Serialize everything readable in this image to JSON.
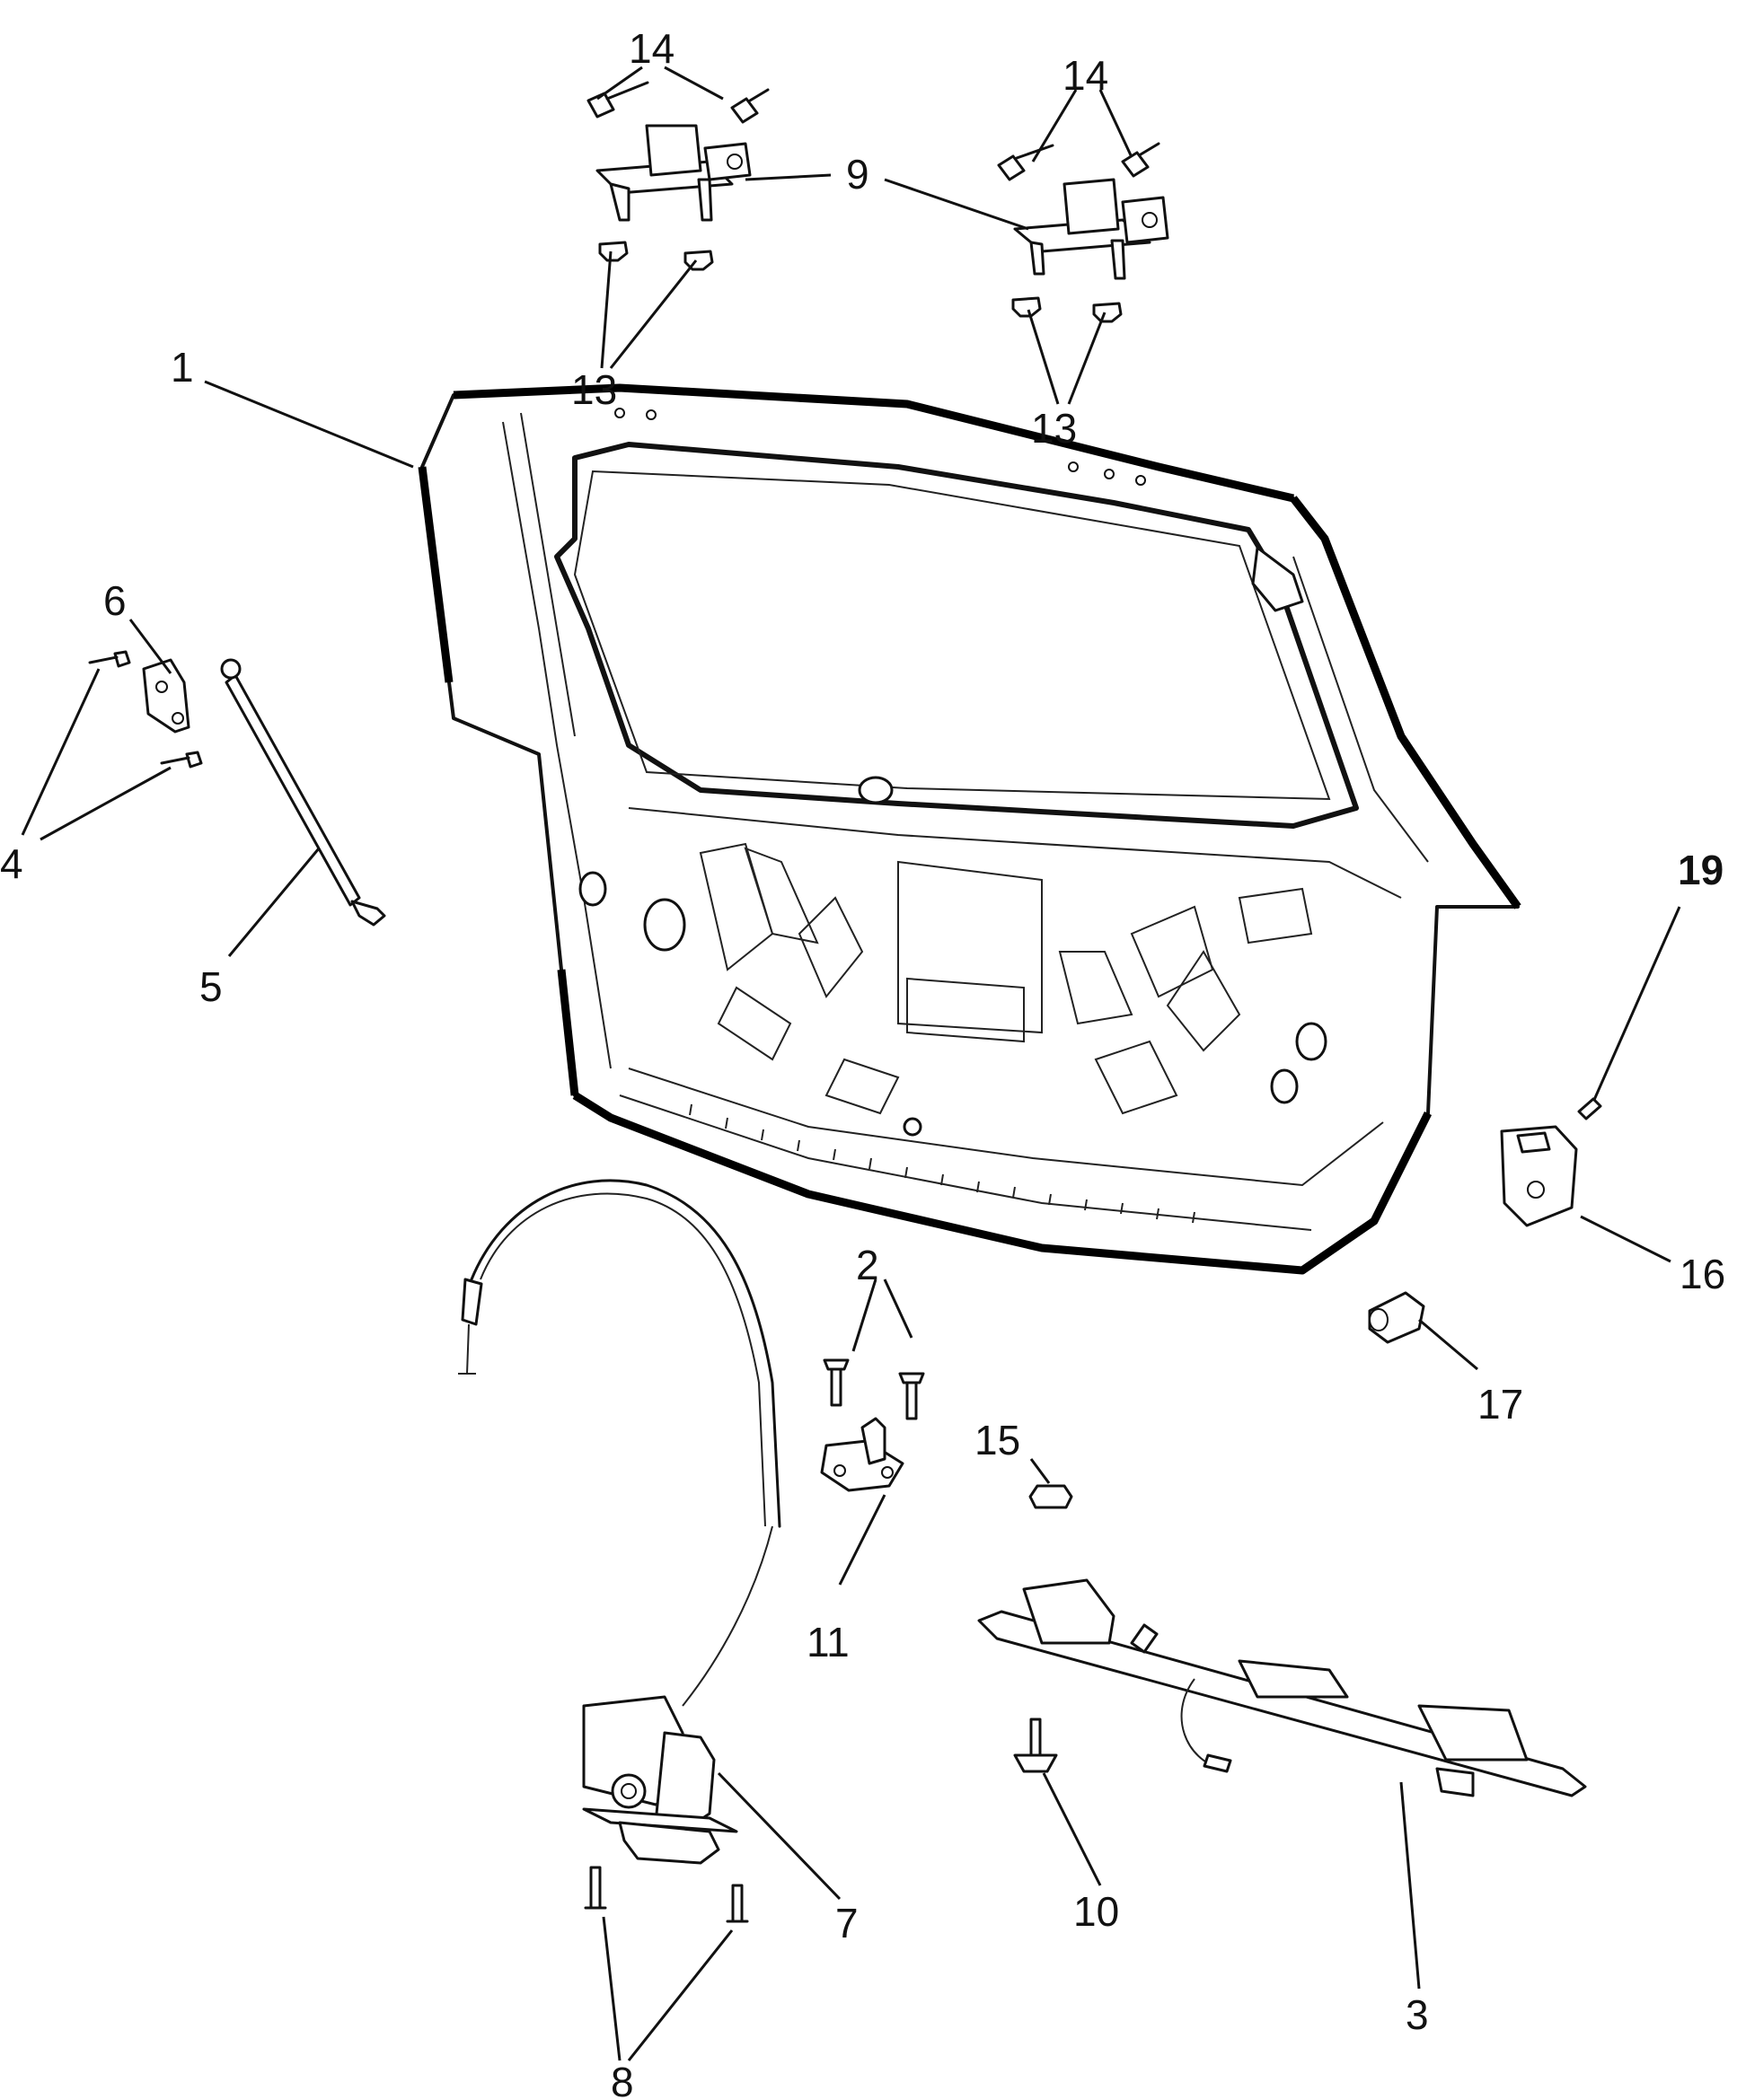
{
  "diagram": {
    "type": "exploded-parts-view",
    "callouts": [
      {
        "id": "c1",
        "label": "1"
      },
      {
        "id": "c2",
        "label": "2"
      },
      {
        "id": "c3",
        "label": "3"
      },
      {
        "id": "c4",
        "label": "4"
      },
      {
        "id": "c5",
        "label": "5"
      },
      {
        "id": "c6",
        "label": "6"
      },
      {
        "id": "c7",
        "label": "7"
      },
      {
        "id": "c8",
        "label": "8"
      },
      {
        "id": "c9",
        "label": "9"
      },
      {
        "id": "c10",
        "label": "10"
      },
      {
        "id": "c11",
        "label": "11"
      },
      {
        "id": "c13a",
        "label": "13"
      },
      {
        "id": "c13b",
        "label": "13"
      },
      {
        "id": "c14a",
        "label": "14"
      },
      {
        "id": "c14b",
        "label": "14"
      },
      {
        "id": "c15",
        "label": "15"
      },
      {
        "id": "c16",
        "label": "16"
      },
      {
        "id": "c17",
        "label": "17"
      },
      {
        "id": "c19",
        "label": "19"
      }
    ]
  }
}
